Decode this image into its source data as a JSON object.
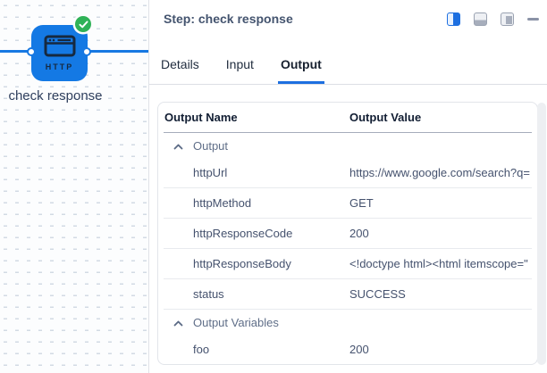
{
  "canvas": {
    "node": {
      "label": "check response",
      "type": "HTTP",
      "status": "success"
    }
  },
  "panel": {
    "title": "Step: check response",
    "window_controls": [
      {
        "name": "layout-split-right",
        "active": true
      },
      {
        "name": "layout-bottom",
        "active": false
      },
      {
        "name": "layout-panel-right",
        "active": false
      },
      {
        "name": "minimize",
        "active": false
      }
    ],
    "tabs": [
      {
        "label": "Details",
        "active": false
      },
      {
        "label": "Input",
        "active": false
      },
      {
        "label": "Output",
        "active": true
      }
    ],
    "table": {
      "columns": [
        "Output Name",
        "Output Value"
      ],
      "groups": [
        {
          "label": "Output",
          "collapsed": false,
          "rows": [
            {
              "name": "httpUrl",
              "value": "https://www.google.com/search?q="
            },
            {
              "name": "httpMethod",
              "value": "GET"
            },
            {
              "name": "httpResponseCode",
              "value": "200"
            },
            {
              "name": "httpResponseBody",
              "value": "<!doctype html><html itemscope=\""
            },
            {
              "name": "status",
              "value": "SUCCESS"
            }
          ]
        },
        {
          "label": "Output Variables",
          "collapsed": false,
          "rows": [
            {
              "name": "foo",
              "value": "200"
            }
          ]
        }
      ]
    }
  },
  "colors": {
    "accent_blue": "#1778e2",
    "success_green": "#2fb257",
    "slate_text": "#44546f"
  }
}
